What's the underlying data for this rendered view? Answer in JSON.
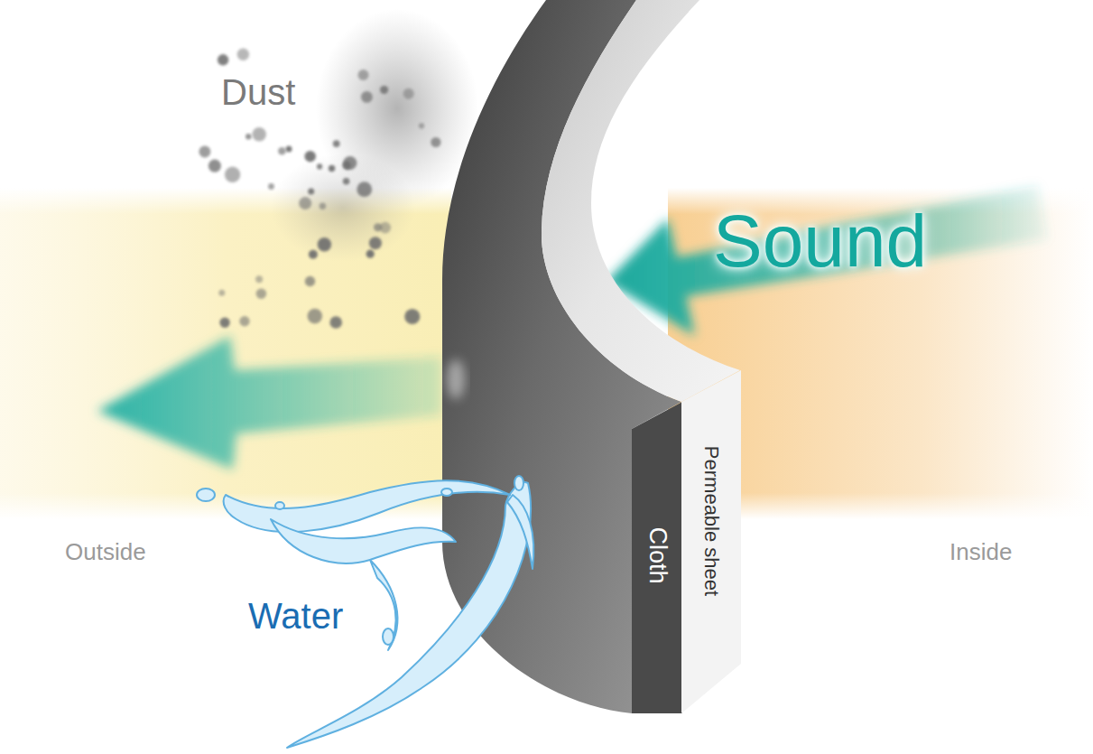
{
  "diagram": {
    "nodes": [
      {
        "text": [
          "Cloth"
        ]
      },
      {
        "text": [
          "Permeable sheet"
        ]
      }
    ],
    "labels": [
      "Dust",
      "Sound",
      "Outside",
      "Inside",
      "Water"
    ]
  }
}
